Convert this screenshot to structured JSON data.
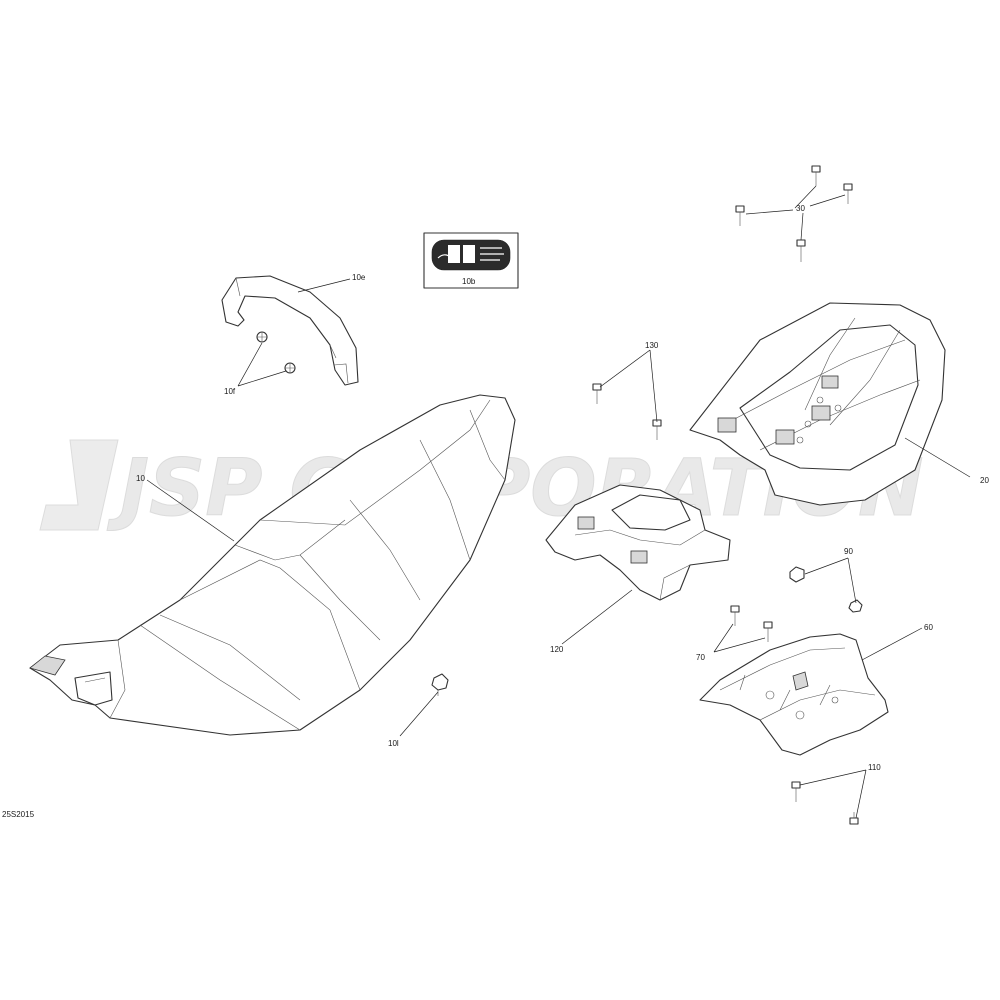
{
  "watermark": "JSP CORPORATION",
  "diagram_code": "25S2015",
  "callouts": {
    "c10": "10",
    "c10e": "10e",
    "c10f": "10f",
    "c10b": "10b",
    "c10i": "10l",
    "c20": "20",
    "c30": "30",
    "c60": "60",
    "c70": "70",
    "c90": "90",
    "c110": "110",
    "c120": "120",
    "c130": "130"
  }
}
